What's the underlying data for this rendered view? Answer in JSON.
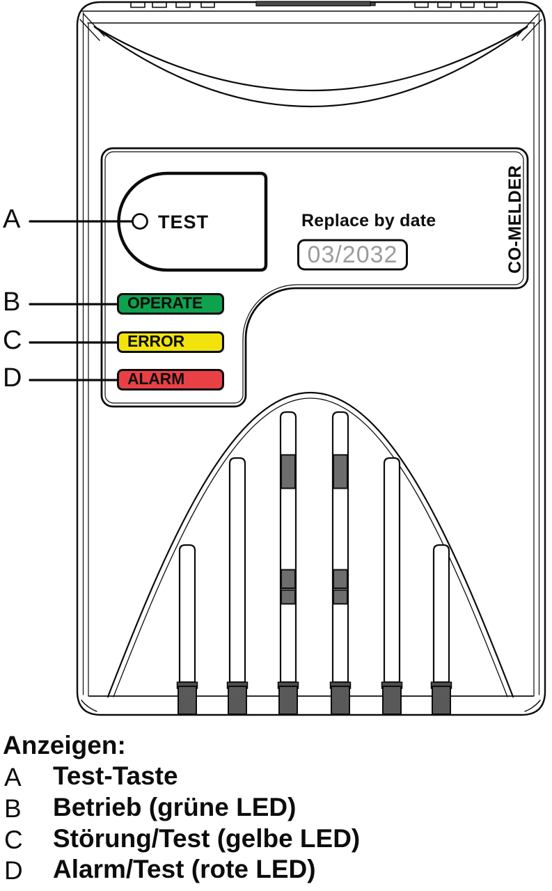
{
  "device": {
    "brand_label": "CO-MELDER",
    "test_button": {
      "label": "TEST"
    },
    "replace_by": {
      "label": "Replace by date",
      "date": "03/2032",
      "date_color": "#9b9b9b"
    },
    "leds": [
      {
        "key": "B",
        "label": "OPERATE",
        "color": "#0ea24f"
      },
      {
        "key": "C",
        "label": "ERROR",
        "color": "#f2e30c"
      },
      {
        "key": "D",
        "label": "ALARM",
        "color": "#e94046"
      }
    ]
  },
  "callouts": [
    {
      "letter": "A",
      "points_to": "test-button"
    },
    {
      "letter": "B",
      "points_to": "led-operate"
    },
    {
      "letter": "C",
      "points_to": "led-error"
    },
    {
      "letter": "D",
      "points_to": "led-alarm"
    }
  ],
  "legend": {
    "title": "Anzeigen:",
    "items": [
      {
        "letter": "A",
        "text": "Test-Taste"
      },
      {
        "letter": "B",
        "text": "Betrieb (grüne LED)"
      },
      {
        "letter": "C",
        "text": "Störung/Test (gelbe LED)"
      },
      {
        "letter": "D",
        "text": "Alarm/Test (rote LED)"
      }
    ]
  }
}
